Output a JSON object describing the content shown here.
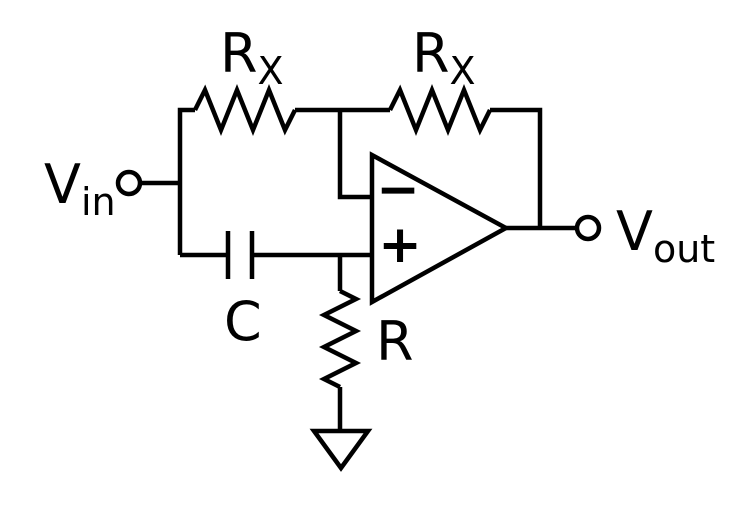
{
  "diagram": {
    "type": "circuit-schematic",
    "colors": {
      "stroke": "#000000",
      "background": "#ffffff"
    },
    "labels": {
      "vin": {
        "base": "V",
        "sub": "in"
      },
      "rx_left": {
        "base": "R",
        "sub": "X"
      },
      "rx_right": {
        "base": "R",
        "sub": "X"
      },
      "capacitor": "C",
      "resistor": "R",
      "vout": {
        "base": "V",
        "sub": "out"
      },
      "opamp": {
        "inverting": "−",
        "noninverting": "+"
      }
    }
  }
}
